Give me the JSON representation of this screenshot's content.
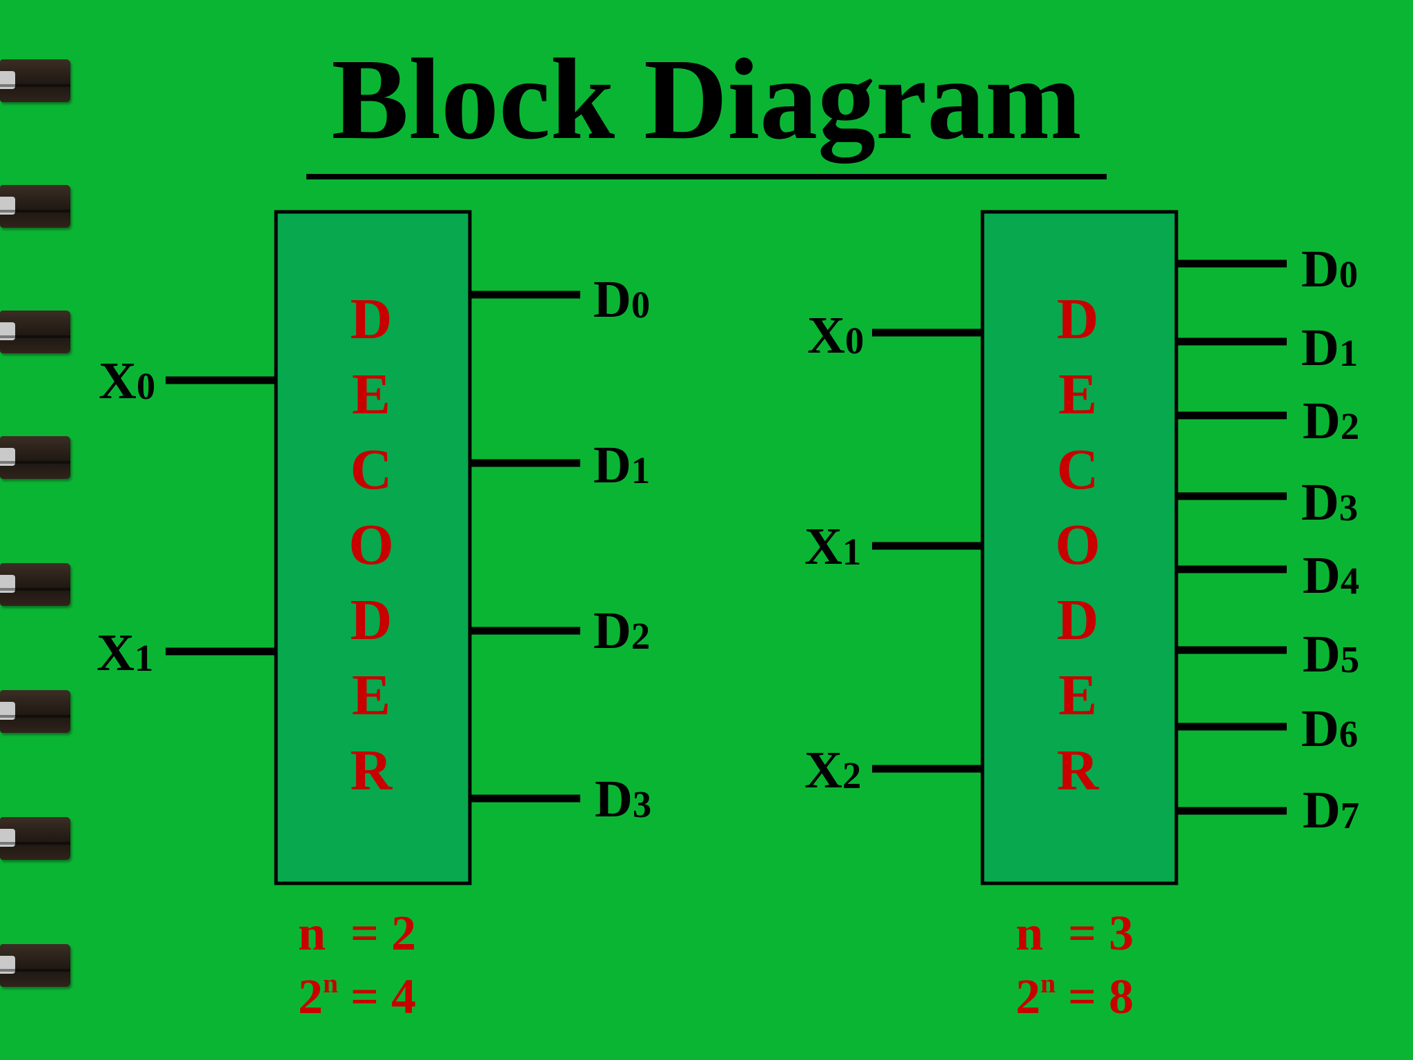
{
  "title": "Block Diagram",
  "colors": {
    "background": "#0bb534",
    "block_fill": "#08a84f",
    "line": "#000000",
    "accent_text": "#c80000"
  },
  "decoders": [
    {
      "name": "DECODER",
      "letters": [
        "D",
        "E",
        "C",
        "O",
        "D",
        "E",
        "R"
      ],
      "inputs": [
        {
          "base": "X",
          "sub": "0"
        },
        {
          "base": "X",
          "sub": "1"
        }
      ],
      "outputs": [
        {
          "base": "D",
          "sub": "0"
        },
        {
          "base": "D",
          "sub": "1"
        },
        {
          "base": "D",
          "sub": "2"
        },
        {
          "base": "D",
          "sub": "3"
        }
      ],
      "formula": {
        "n_label": "n",
        "n_eq": "= 2",
        "pow_base": "2",
        "pow_exp": "n",
        "pow_eq": "= 4"
      }
    },
    {
      "name": "DECODER",
      "letters": [
        "D",
        "E",
        "C",
        "O",
        "D",
        "E",
        "R"
      ],
      "inputs": [
        {
          "base": "X",
          "sub": "0"
        },
        {
          "base": "X",
          "sub": "1"
        },
        {
          "base": "X",
          "sub": "2"
        }
      ],
      "outputs": [
        {
          "base": "D",
          "sub": "0"
        },
        {
          "base": "D",
          "sub": "1"
        },
        {
          "base": "D",
          "sub": "2"
        },
        {
          "base": "D",
          "sub": "3"
        },
        {
          "base": "D",
          "sub": "4"
        },
        {
          "base": "D",
          "sub": "5"
        },
        {
          "base": "D",
          "sub": "6"
        },
        {
          "base": "D",
          "sub": "7"
        }
      ],
      "formula": {
        "n_label": "n",
        "n_eq": "= 3",
        "pow_base": "2",
        "pow_exp": "n",
        "pow_eq": "= 8"
      }
    }
  ]
}
